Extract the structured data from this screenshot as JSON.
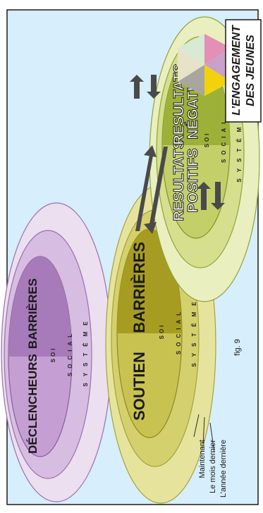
{
  "figure": {
    "caption": "fig. 9",
    "engagement_label": [
      "L’ENGAGEMENT",
      "DES JEUNES"
    ],
    "ring_labels": {
      "inner": "SOI",
      "middle": "SOCIAL",
      "outer": "SYSTÈME"
    },
    "time_labels": [
      "Maintenant",
      "Le mois dernier",
      "L’année dernière"
    ],
    "ellipses": {
      "left": {
        "left_label": "DÉCLENCHEURS",
        "right_label": "BARRIÈRES"
      },
      "middle": {
        "left_label": "SOUTIEN",
        "right_label": "BARRIÈRES"
      },
      "right": {
        "left_label_line1": "RESULTATS",
        "left_label_line2": "POSITIFS",
        "right_label_line1": "RESULTATS",
        "right_label_line2": "NÉGATIFS"
      }
    },
    "colors": {
      "background": "#d7eefc",
      "purple_light": "#b88cc6",
      "purple_mid": "#d6bde1",
      "purple_outer": "#ecdff0",
      "olive_dark": "#9a8f1e",
      "olive_mid": "#c8c250",
      "olive_light": "#e6e49c",
      "green_dark": "#93a834",
      "green_mid": "#c3d06a",
      "green_outer": "#e9efbe",
      "arrow": "#4a4a4a"
    }
  }
}
